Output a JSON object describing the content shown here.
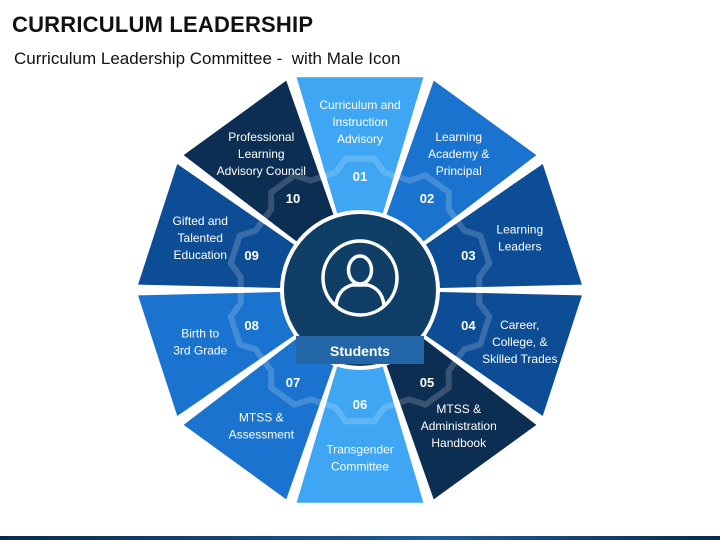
{
  "title": "CURRICULUM LEADERSHIP",
  "subtitle": "Curriculum Leadership Committee -  with Male Icon",
  "colors": {
    "light": "#3ea6f3",
    "medium": "#1a73cf",
    "dark": "#0d4d96",
    "navy": "#0c2e52",
    "hub": "#0f3e66"
  },
  "center": {
    "label": "Students",
    "icon": "male-user-icon"
  },
  "segments": [
    {
      "number": "01",
      "lines": [
        "Curriculum and",
        "Instruction",
        "Advisory"
      ],
      "shade": "light"
    },
    {
      "number": "02",
      "lines": [
        "Learning",
        "Academy &",
        "Principal"
      ],
      "shade": "medium"
    },
    {
      "number": "03",
      "lines": [
        "Learning",
        "Leaders"
      ],
      "shade": "dark"
    },
    {
      "number": "04",
      "lines": [
        "Career,",
        "College, &",
        "Skilled Trades"
      ],
      "shade": "dark"
    },
    {
      "number": "05",
      "lines": [
        "MTSS &",
        "Administration",
        "Handbook"
      ],
      "shade": "navy"
    },
    {
      "number": "06",
      "lines": [
        "Transgender",
        "Committee"
      ],
      "shade": "light"
    },
    {
      "number": "07",
      "lines": [
        "MTSS &",
        "Assessment"
      ],
      "shade": "medium"
    },
    {
      "number": "08",
      "lines": [
        "Birth to",
        "3rd Grade"
      ],
      "shade": "medium"
    },
    {
      "number": "09",
      "lines": [
        "Gifted and",
        "Talented",
        "Education"
      ],
      "shade": "dark"
    },
    {
      "number": "10",
      "lines": [
        "Professional",
        "Learning",
        "Advisory Council"
      ],
      "shade": "navy"
    }
  ]
}
